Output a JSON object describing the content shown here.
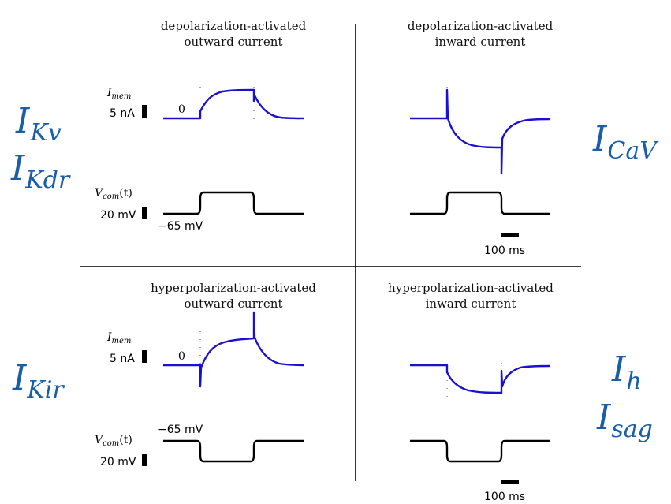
{
  "colors": {
    "current_trace": "#1a10d4",
    "voltage_trace": "#000000",
    "channel_label": "#1a5ea8",
    "divider": "#000000"
  },
  "panels": {
    "top_left": {
      "title_line1": "depolarization-activated",
      "title_line2": "outward current",
      "imem_label_main": "I",
      "imem_label_sub": "mem",
      "current_scale": "5 nA",
      "zero_label": "0",
      "vcom_label_main": "V",
      "vcom_label_sub": "com",
      "vcom_label_arg": "(t)",
      "voltage_scale": "20 mV",
      "holding_label": "−65 mV"
    },
    "top_right": {
      "title_line1": "depolarization-activated",
      "title_line2": "inward current",
      "time_scale": "100 ms"
    },
    "bottom_left": {
      "title_line1": "hyperpolarization-activated",
      "title_line2": "outward current",
      "imem_label_main": "I",
      "imem_label_sub": "mem",
      "current_scale": "5 nA",
      "zero_label": "0",
      "vcom_label_main": "V",
      "vcom_label_sub": "com",
      "vcom_label_arg": "(t)",
      "voltage_scale": "20 mV",
      "holding_label": "−65 mV"
    },
    "bottom_right": {
      "title_line1": "hyperpolarization-activated",
      "title_line2": "inward current",
      "time_scale": "100 ms"
    }
  },
  "channels": {
    "kv": {
      "main": "I",
      "sub": "Kv"
    },
    "kdr": {
      "main": "I",
      "sub": "Kdr"
    },
    "cav": {
      "main": "I",
      "sub": "CaV"
    },
    "kir": {
      "main": "I",
      "sub": "Kir"
    },
    "h": {
      "main": "I",
      "sub": "h"
    },
    "sag": {
      "main": "I",
      "sub": "sag"
    }
  }
}
